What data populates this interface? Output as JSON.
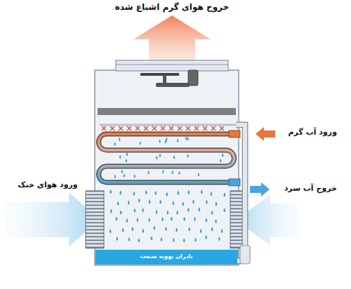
{
  "diagram": {
    "labels": [
      "خروج هوای گرم اشباع شده",
      "ورود آب گرم",
      "ورود هوای خنک",
      "خروج آب سرد",
      "بادران تهویه صنعت"
    ]
  }
}
